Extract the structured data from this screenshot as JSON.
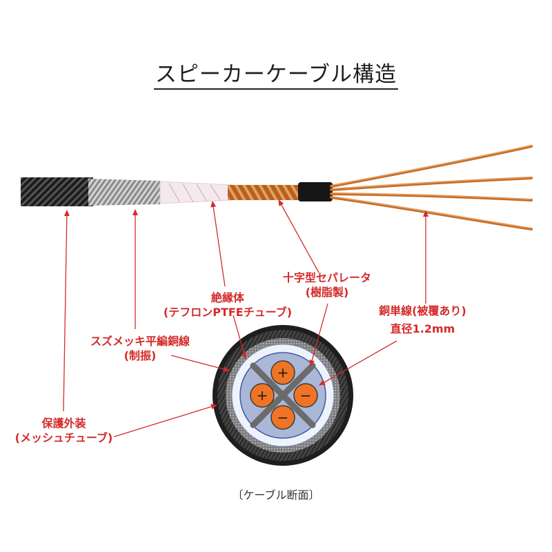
{
  "title": "スピーカーケーブル構造",
  "labels": {
    "separator_1": "十字型セパレータ",
    "separator_2": "(樹脂製)",
    "insulator_1": "絶縁体",
    "insulator_2": "(テフロンPTFEチューブ)",
    "conductor_1": "銅単線(被覆あり)",
    "conductor_2": "直径1.2mm",
    "shield_1": "スズメッキ平編銅線",
    "shield_2": "(制振)",
    "jacket_1": "保護外装",
    "jacket_2": "(メッシュチューブ)"
  },
  "cross_section": {
    "caption": "〔ケーブル断面〕",
    "conductor_signs": [
      "+",
      "+",
      "−",
      "−"
    ]
  },
  "colors": {
    "annotation": "#d42a2a",
    "jacket": "#2a2a2a",
    "shield": "#8f8f8f",
    "insulator": "#eef2fb",
    "separator_fill": "#aab7d6",
    "separator_cross": "#6b6b6b",
    "conductor": "#ef7426",
    "copper": "#c56a25"
  }
}
